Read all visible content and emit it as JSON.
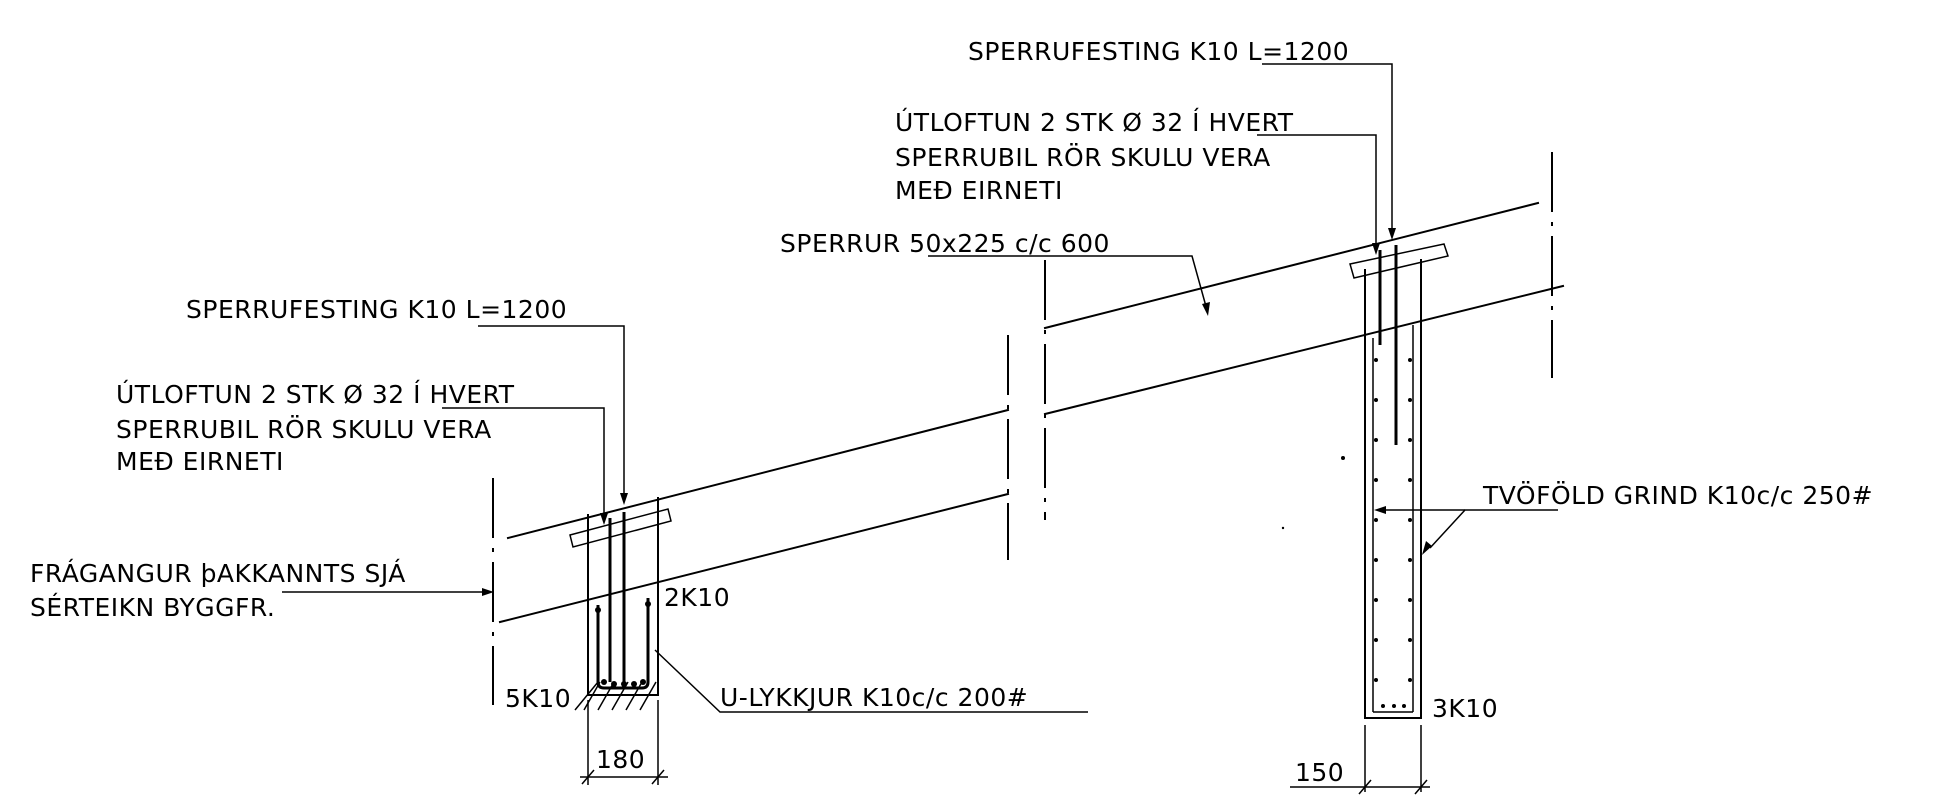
{
  "labels": {
    "right_fastening": "SPERRUFESTING K10 L=1200",
    "right_vent_1": "ÚTLOFTUN 2 STK Ø 32 Í HVERT",
    "right_vent_2": "SPERRUBIL RÖR SKULU VERA",
    "right_vent_3": "MEÐ EIRNETI",
    "rafters": "SPERRUR 50x225 c/c 600",
    "left_fastening": "SPERRUFESTING K10 L=1200",
    "left_vent_1": "ÚTLOFTUN 2 STK Ø 32 Í HVERT",
    "left_vent_2": "SPERRUBIL RÖR SKULU VERA",
    "left_vent_3": "MEÐ EIRNETI",
    "eaves_1": "FRÁGANGUR þAKKANNTS SJÁ",
    "eaves_2": "SÉRTEIKN BYGGFR.",
    "left_top_bars": "2K10",
    "left_bottom_bars": "5K10",
    "stirrups": "U-LYKKJUR K10c/c 200#",
    "mesh": "TVÖFÖLD GRIND K10c/c 250#",
    "right_bars": "3K10",
    "left_width": "180",
    "right_width": "150"
  }
}
